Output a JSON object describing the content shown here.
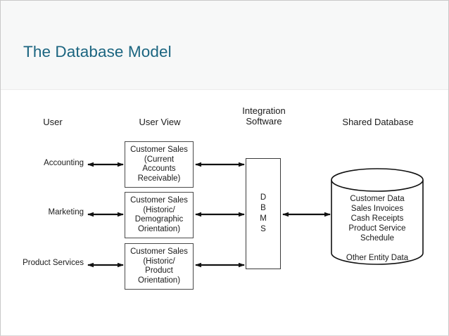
{
  "slide": {
    "title": "The Database Model",
    "title_color": "#1b6580",
    "background": "#ffffff",
    "header_band_color": "#f7f8f8"
  },
  "diagram": {
    "type": "database-architecture-diagram",
    "column_headers": [
      {
        "id": "user",
        "label": "User"
      },
      {
        "id": "user-view",
        "label": "User View"
      },
      {
        "id": "integration-software",
        "label": "Integration\nSoftware"
      },
      {
        "id": "shared-database",
        "label": "Shared Database"
      }
    ],
    "actors": [
      {
        "id": "accounting",
        "label": "Accounting"
      },
      {
        "id": "marketing",
        "label": "Marketing"
      },
      {
        "id": "product-services",
        "label": "Product Services"
      }
    ],
    "user_views": [
      {
        "id": "view-current-ar",
        "label": "Customer Sales\n(Current\nAccounts\nReceivable)"
      },
      {
        "id": "view-historic-demographic",
        "label": "Customer Sales\n(Historic/\nDemographic\nOrientation)"
      },
      {
        "id": "view-historic-product",
        "label": "Customer Sales\n(Historic/\nProduct\nOrientation)"
      }
    ],
    "integration_software": {
      "id": "dbms",
      "label": "D\nB\nM\nS",
      "expansion": "DBMS"
    },
    "shared_database": {
      "id": "shared-database-cylinder",
      "entities": "Customer Data\nSales Invoices\nCash Receipts\nProduct Service\nSchedule\n\nOther Entity Data"
    },
    "connectors": [
      {
        "from": "accounting",
        "to": "view-current-ar",
        "style": "double-arrow"
      },
      {
        "from": "marketing",
        "to": "view-historic-demographic",
        "style": "double-arrow"
      },
      {
        "from": "product-services",
        "to": "view-historic-product",
        "style": "double-arrow"
      },
      {
        "from": "view-current-ar",
        "to": "dbms",
        "style": "double-arrow"
      },
      {
        "from": "view-historic-demographic",
        "to": "dbms",
        "style": "double-arrow"
      },
      {
        "from": "view-historic-product",
        "to": "dbms",
        "style": "double-arrow"
      },
      {
        "from": "dbms",
        "to": "shared-database-cylinder",
        "style": "double-arrow"
      }
    ]
  }
}
